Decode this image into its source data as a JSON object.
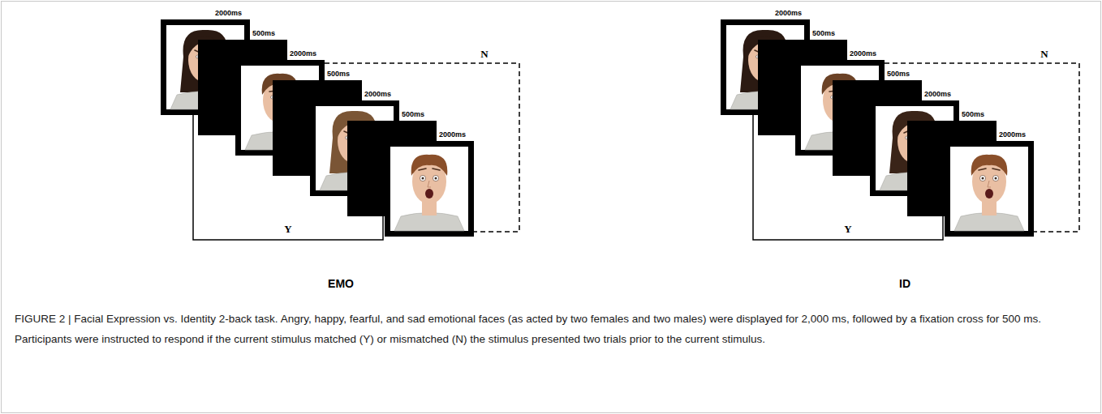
{
  "diagram": {
    "caption": "FIGURE 2 | Facial Expression vs. Identity 2-back task. Angry, happy, fearful, and sad emotional faces (as acted by two females and two males) were displayed for 2,000 ms, followed by a fixation cross for 500 ms. Participants were instructed to respond if the current stimulus matched (Y) or mismatched (N) the stimulus presented two trials prior to the current stimulus.",
    "nodes": [
      {
        "text": [
          "2000ms"
        ]
      },
      {
        "text": [
          "500ms",
          "+"
        ]
      },
      {
        "text": [
          "2000ms"
        ]
      },
      {
        "text": [
          "500ms",
          "+"
        ]
      },
      {
        "text": [
          "2000ms"
        ]
      },
      {
        "text": [
          "500ms",
          "+"
        ]
      },
      {
        "text": [
          "2000ms"
        ]
      },
      {
        "text": [
          "2000ms"
        ]
      },
      {
        "text": [
          "500ms",
          "+"
        ]
      },
      {
        "text": [
          "2000ms"
        ]
      },
      {
        "text": [
          "500ms",
          "+"
        ]
      },
      {
        "text": [
          "2000ms"
        ]
      },
      {
        "text": [
          "500ms",
          "+"
        ]
      },
      {
        "text": [
          "2000ms"
        ]
      }
    ],
    "edges": [
      {
        "from": 0,
        "to": 4,
        "label": "Y",
        "arrow": "none"
      },
      {
        "from": 2,
        "to": 6,
        "label": "N",
        "arrow": "none"
      },
      {
        "from": 7,
        "to": 11,
        "label": "Y",
        "arrow": "none"
      },
      {
        "from": 9,
        "to": 13,
        "label": "N",
        "arrow": "none"
      }
    ],
    "labels": [
      "EMO",
      "ID"
    ]
  }
}
